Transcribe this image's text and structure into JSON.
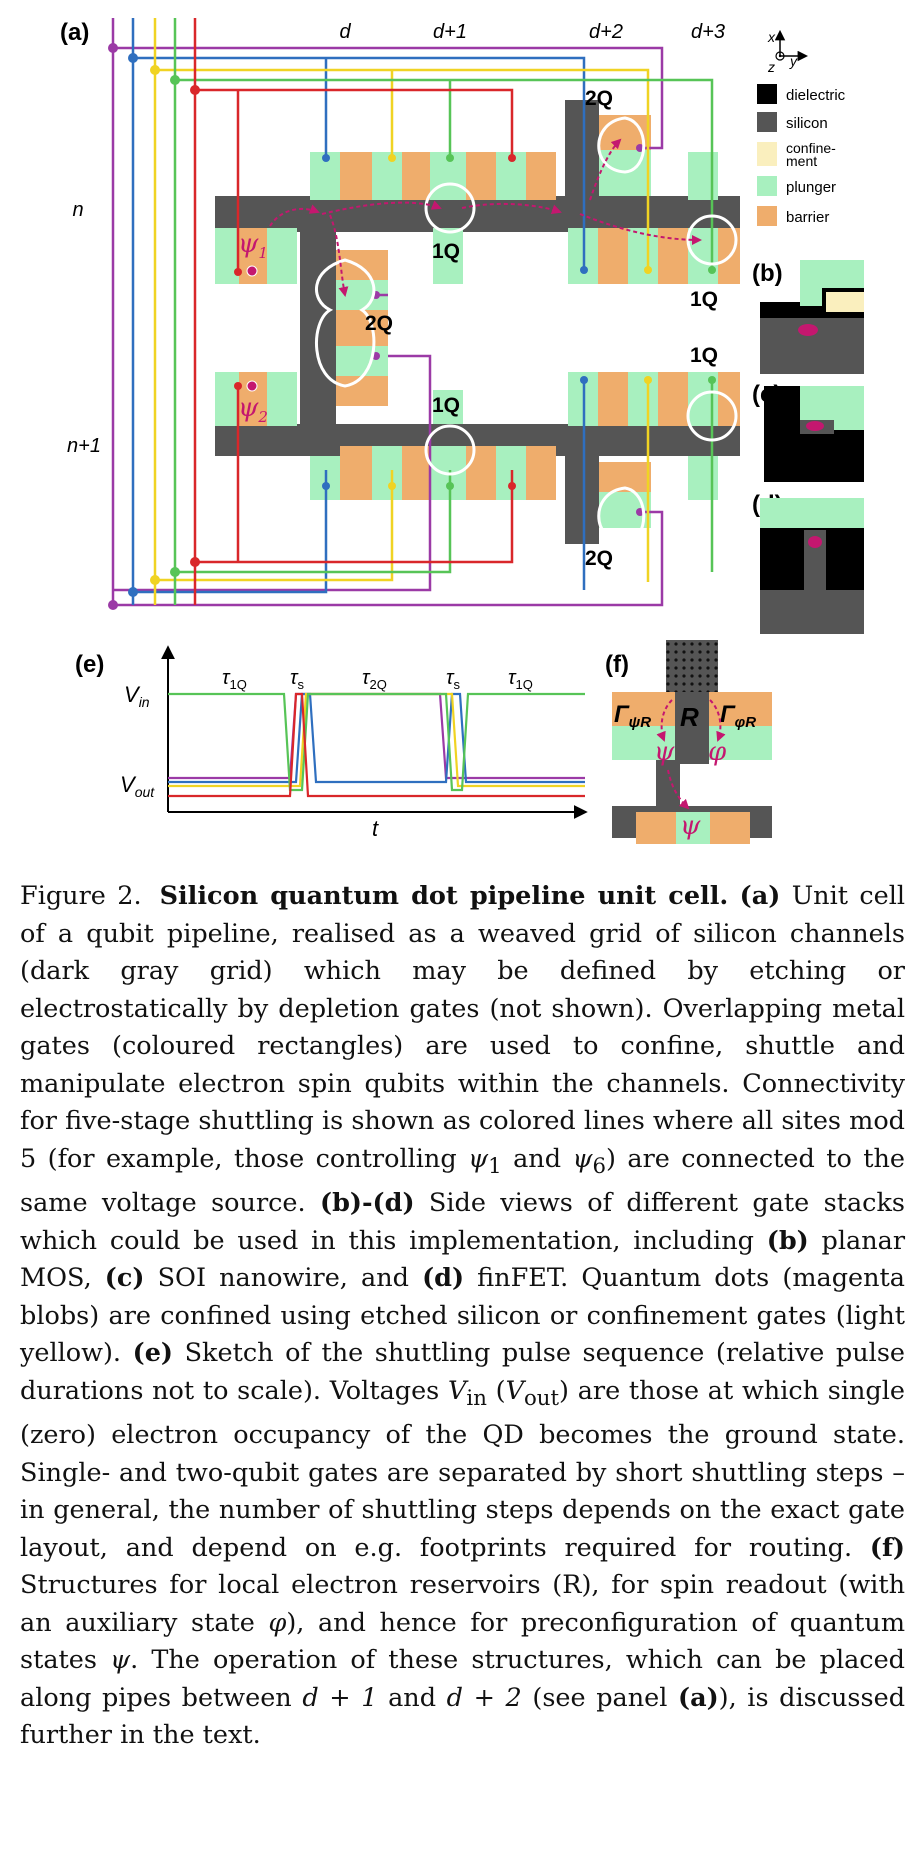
{
  "colors": {
    "dielectric": "#000000",
    "silicon": "#555555",
    "confinement": "#faefbe",
    "plunger": "#a8f0bf",
    "barrier": "#efad6c",
    "line_purple": "#9b3aa6",
    "line_blue": "#2f6fbf",
    "line_yellow": "#f0d323",
    "line_green": "#57c457",
    "line_red": "#d9272a",
    "magenta": "#c4176f"
  },
  "panel_a": {
    "label": "(a)",
    "col_labels": [
      "d",
      "d+1",
      "d+2",
      "d+3"
    ],
    "row_labels": [
      "n",
      "n+1"
    ],
    "qubit_labels": [
      "ψ",
      "1",
      "ψ",
      "2"
    ],
    "gate_labels": {
      "one_q": "1Q",
      "two_q": "2Q"
    },
    "axes": {
      "x": "x",
      "y": "y",
      "z": "z"
    },
    "legend": [
      "dielectric",
      "silicon",
      "confine-",
      "ment",
      "plunger",
      "barrier"
    ]
  },
  "panel_b": {
    "label": "(b)"
  },
  "panel_c": {
    "label": "(c)"
  },
  "panel_d": {
    "label": "(d)"
  },
  "panel_e": {
    "label": "(e)",
    "v_in": "V",
    "v_in_sub": "in",
    "v_out": "V",
    "v_out_sub": "out",
    "tau": "τ",
    "sub_1q": "1Q",
    "sub_s": "s",
    "sub_2q": "2Q",
    "t_label": "t"
  },
  "panel_f": {
    "label": "(f)",
    "reservoir": "R",
    "gamma": "Γ",
    "gamma_psi_sub": "ψR",
    "gamma_phi_sub": "φR",
    "psi": "ψ",
    "phi": "φ"
  },
  "caption": {
    "fig_label": "Figure 2.",
    "title": "Silicon quantum dot pipeline unit cell.",
    "ref_a": "(a)",
    "text_a": "Unit cell of a qubit pipeline, realised as a weaved grid of silicon channels (dark gray grid) which may be defined by etching or electrostatically by depletion gates (not shown). Overlapping metal gates (coloured rectangles) are used to confine, shuttle and manipulate electron spin qubits within the channels. Connectivity for five-stage shuttling is shown as colored lines where all sites mod 5 (for example, those controlling",
    "psi1": "ψ",
    "psi1_sub": "1",
    "text_and": "and",
    "psi6": "ψ",
    "psi6_sub": "6",
    "text_a_end": ") are connected to the same voltage source.",
    "ref_bd": "(b)-(d)",
    "text_bd1": "Side views of different gate stacks which could be used in this implementation, including",
    "ref_b": "(b)",
    "text_b": "planar MOS,",
    "ref_c": "(c)",
    "text_c": "SOI nanowire, and",
    "ref_d": "(d)",
    "text_d": "finFET. Quantum dots (magenta blobs) are confined using etched silicon or confinement gates (light yellow).",
    "ref_e": "(e)",
    "text_e1": "Sketch of the shuttling pulse sequence (relative pulse durations not to scale). Voltages",
    "vin": "V",
    "vin_sub": "in",
    "vout": "V",
    "vout_sub": "out",
    "text_e2": ") are those at which single (zero) electron occupancy of the QD becomes the ground state. Single- and two-qubit gates are separated by short shuttling steps – in general, the number of shuttling steps depends on the exact gate layout, and depend on e.g. footprints required for routing.",
    "ref_f": "(f)",
    "text_f1": "Structures for local electron reservoirs (R), for spin readout (with an auxiliary state",
    "phi": "φ",
    "text_f2": "), and hence for preconfiguration of quantum states",
    "psi": "ψ",
    "text_f3": ". The operation of these structures, which can be placed along pipes between",
    "d1": "d + 1",
    "text_and2": "and",
    "d2": "d + 2",
    "text_f4": "(see panel",
    "ref_a2": "(a)",
    "text_f5": "), is discussed further in the text."
  }
}
